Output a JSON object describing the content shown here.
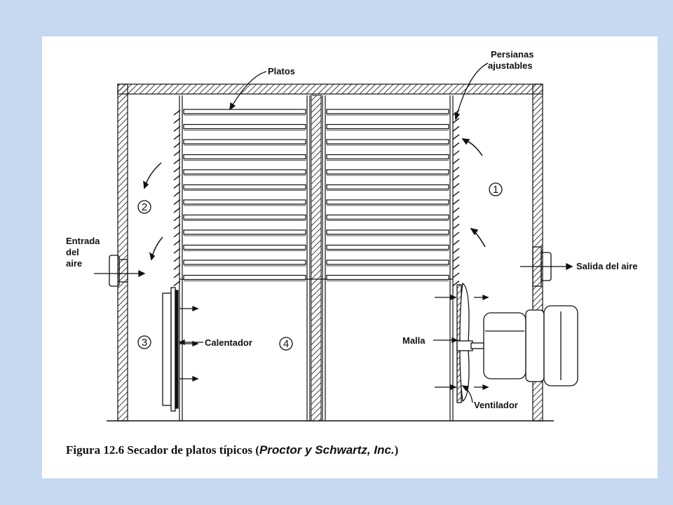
{
  "colors": {
    "background": "#c6d9f1",
    "panel": "#ffffff",
    "ink": "#111111"
  },
  "labels": {
    "platos": "Platos",
    "persianas_line1": "Persianas",
    "persianas_line2": "ajustables",
    "entrada_line1": "Entrada",
    "entrada_line2": "del",
    "entrada_line3": "aire",
    "salida": "Salida  del aire",
    "calentador": "Calentador",
    "malla": "Malla",
    "ventilador": "Ventilador"
  },
  "zones": {
    "z1": "1",
    "z2": "2",
    "z3": "3",
    "z4": "4"
  },
  "caption": {
    "prefix": "Figura   12.6    Secador  de  platos  típicos  (",
    "credit": "Proctor  y  Schwartz, Inc.",
    "suffix": ")"
  }
}
